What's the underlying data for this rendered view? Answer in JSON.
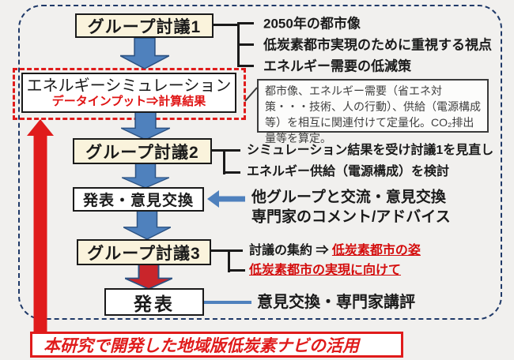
{
  "flow": {
    "group1": {
      "label": "グループ討議1",
      "bullets": [
        "2050年の都市像",
        "低炭素都市実現のために重視する視点",
        "エネルギー需要の低減策"
      ]
    },
    "simulation": {
      "title": "エネルギーシミュレーション",
      "subtitle": "データインプット⇒計算結果",
      "note": "都市像、エネルギー需要（省エネ対策・・・技術、人の行動）、供給（電源構成等）を相互に関連付けて定量化。CO₂排出量等を算定。"
    },
    "group2": {
      "label": "グループ討議2",
      "bullets": [
        "シミュレーション結果を受け討議1を見直し",
        "エネルギー供給（電源構成）を検討"
      ]
    },
    "exchange": {
      "label": "発表・意見交換",
      "notes": [
        "他グループと交流・意見交換",
        "専門家のコメント/アドバイス"
      ]
    },
    "group3": {
      "label": "グループ討議3",
      "bullet1_prefix": "討議の集約 ⇒ ",
      "bullet1_highlight": "低炭素都市の姿",
      "bullet2_highlight": "低炭素都市の実現に向けて"
    },
    "presentation": {
      "label": "発表",
      "note": "意見交換・専門家講評"
    },
    "footer": {
      "label": "本研究で開発した地域版低炭素ナビの活用"
    }
  },
  "colors": {
    "arrow_blue": "#4f81bd",
    "arrow_blue_stroke": "#2c5282",
    "arrow_red": "#c9252b",
    "accent_red": "#e01b1b",
    "dashed_navy": "#1f3968",
    "box_yellow": "#faf3dc"
  }
}
